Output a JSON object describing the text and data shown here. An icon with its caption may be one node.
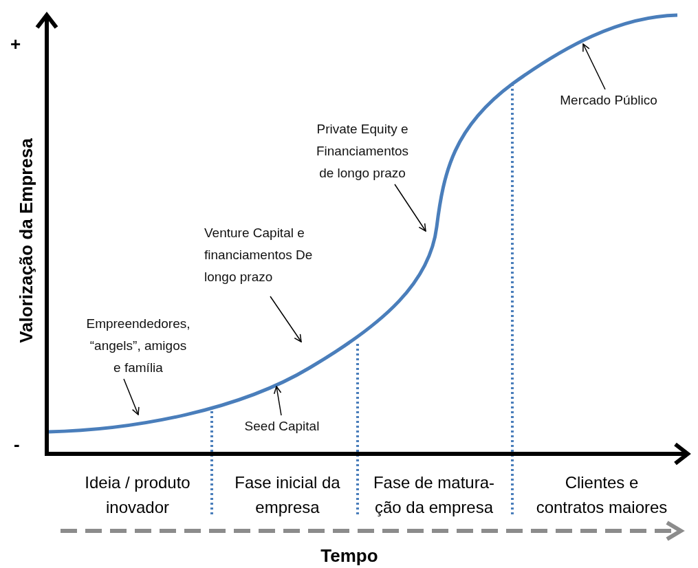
{
  "diagram": {
    "nodes": [
      {
        "text": [
          "Empreendedores, “angels”, amigos e família"
        ]
      },
      {
        "text": [
          "Seed Capital"
        ]
      },
      {
        "text": [
          "Venture Capital e financiamentos De longo prazo"
        ]
      },
      {
        "text": [
          "Private Equity e Financiamentos de longo prazo"
        ]
      },
      {
        "text": [
          "Mercado Público"
        ]
      }
    ],
    "edges": [
      {
        "from": 0,
        "to": null,
        "arrow": "to"
      },
      {
        "from": 1,
        "to": null,
        "arrow": "to"
      },
      {
        "from": 2,
        "to": null,
        "arrow": "to"
      },
      {
        "from": 3,
        "to": null,
        "arrow": "to"
      },
      {
        "from": 4,
        "to": null,
        "arrow": "to"
      }
    ],
    "labels": [
      "+",
      "Valorização da Empresa",
      "-",
      "Ideia / produto inovador",
      "Fase inicial da empresa",
      "Fase de matura-ção da empresa",
      "Clientes e contratos maiores",
      "Tempo"
    ]
  }
}
